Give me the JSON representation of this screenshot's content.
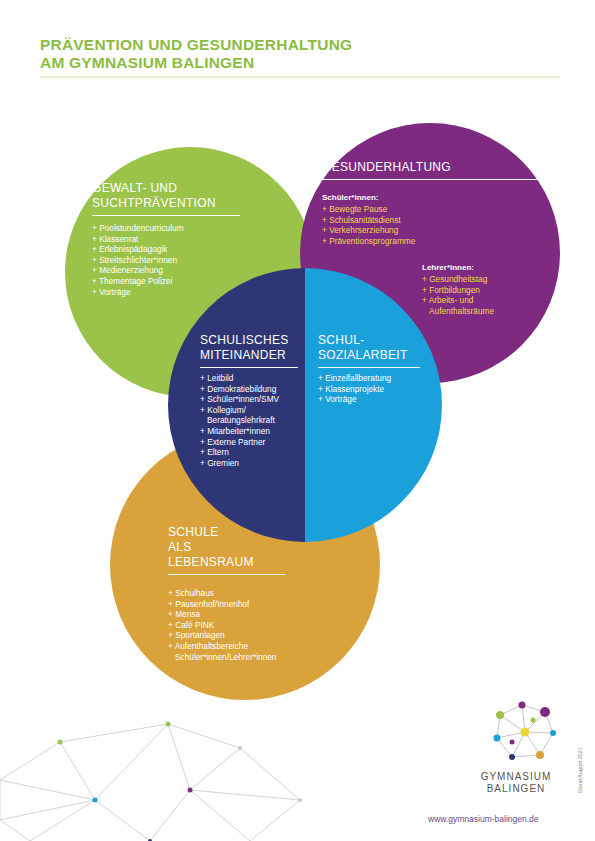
{
  "diagram": {
    "title": "PRÄVENTION UND GESUNDERHALTUNG AM GYMNASIUM BALINGEN",
    "nodes": [
      {
        "text": [
          "GEWALT- UND SUCHTPRÄVENTION",
          "+ Poolstundencurriculum",
          "+ Klassenrat",
          "+ Erlebnispädagogik",
          "+ Streitschlichter*innen",
          "+ Medienerziehung",
          "+ Thementage Polizei",
          "+ Vorträge"
        ]
      },
      {
        "text": [
          "GESUNDERHALTUNG",
          "Schüler*innen:",
          "+ Bewegte Pause",
          "+ Schulsanitätsdienst",
          "+ Verkehrserziehung",
          "+ Präventionsprogramme",
          "Lehrer*innen:",
          "+ Gesundheitstag",
          "+ Fortbildungen",
          "+ Arbeits- und Aufenthaltsräume"
        ]
      },
      {
        "text": [
          "SCHULISCHES MITEINANDER",
          "+ Leitbild",
          "+ Demokratiebildung",
          "+ Schüler*innen/SMV",
          "+ Kollegium/ Beratungslehrkraft",
          "+ Mitarbeiter*innen",
          "+ Externe Partner",
          "+ Eltern",
          "+ Gremien"
        ]
      },
      {
        "text": [
          "SCHUL- SOZIALARBEIT",
          "+ Einzelfallberatung",
          "+ Klassenprojekte",
          "+ Vorträge"
        ]
      },
      {
        "text": [
          "SCHULE ALS LEBENSRAUM",
          "+ Schulhaus",
          "+ Pausenhof/Innenhof",
          "+ Mensa",
          "+ Café PINK",
          "+ Sportanlagen",
          "+ Aufenthaltsbereiche Schüler*innen/Lehrer*innen"
        ]
      }
    ],
    "labels": [
      "GYMNASIUM BALINGEN",
      "www.gymnasium-balingen.de",
      "Stand August 2021"
    ]
  }
}
